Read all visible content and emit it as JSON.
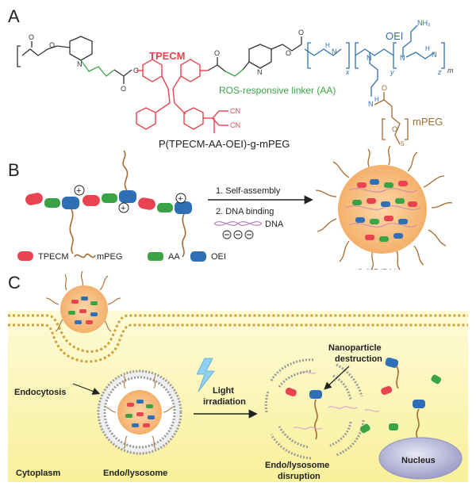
{
  "panel_a": {
    "label": "A",
    "tpecm": "TPECM",
    "linker": "ROS-responsive linker (AA)",
    "oei": "OEI",
    "mpeg": "mPEG",
    "polymer_name": "P(TPECM-AA-OEI)-g-mPEG",
    "atoms": {
      "n": "N",
      "o": "O",
      "h": "H",
      "nh2": "NH₂",
      "cn": "CN"
    },
    "subscripts": {
      "x": "x",
      "y": "y",
      "z": "z",
      "m": "m",
      "s": "5"
    }
  },
  "panel_b": {
    "label": "B",
    "step1": "1. Self-assembly",
    "step2": "2. DNA binding",
    "dna": "DNA",
    "product": "S-NP/DNA",
    "charge_plus": "+",
    "charge_minus": "−",
    "legend": {
      "tpecm": "TPECM",
      "mpeg": "mPEG",
      "aa": "AA",
      "oei": "OEI"
    }
  },
  "panel_c": {
    "label": "C",
    "endocytosis": "Endocytosis",
    "light_line1": "Light",
    "light_line2": "irradiation",
    "nano_line1": "Nanoparticle",
    "nano_line2": "destruction",
    "cytoplasm": "Cytoplasm",
    "endolysosome": "Endo/lysosome",
    "disrupt_line1": "Endo/lysosome",
    "disrupt_line2": "disruption",
    "nucleus": "Nucleus"
  },
  "colors": {
    "tpecm": "#e8434f",
    "linker": "#3aa346",
    "oei": "#2f6fb6",
    "mpeg": "#a66a2e",
    "np_core": "#f6c68f",
    "dna": "#d7a3d3",
    "membrane": "#cfa13a",
    "nucleus": "#b9b9dc"
  }
}
